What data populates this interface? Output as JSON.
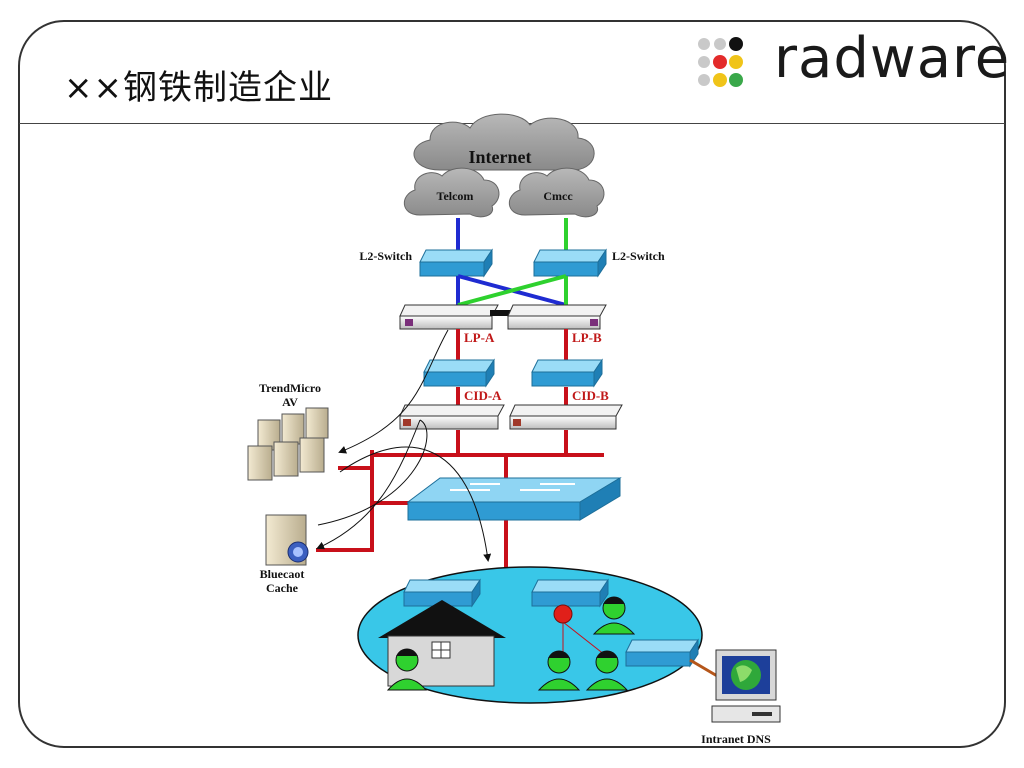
{
  "header": {
    "title": "××钢铁制造企业",
    "logo_text": "radware",
    "logo_dot_colors": [
      "#c9c9c9",
      "#c9c9c9",
      "#111111",
      "#c9c9c9",
      "#e32b2b",
      "#f0c419",
      "#c9c9c9",
      "#f0c419",
      "#3aa84a"
    ]
  },
  "diagram": {
    "internet_label": "Internet",
    "isp_labels": [
      "Telcom",
      "Cmcc"
    ],
    "switch_labels": [
      "L2-Switch",
      "L2-Switch"
    ],
    "link_proof_labels": [
      "LP-A",
      "LP-B"
    ],
    "cid_labels": [
      "CID-A",
      "CID-B"
    ],
    "av_label_line1": "TrendMicro",
    "av_label_line2": "AV",
    "cache_label_line1": "Bluecaot",
    "cache_label_line2": "Cache",
    "dns_label": "Intranet DNS",
    "colors": {
      "telcom_link": "#1f2bd1",
      "cmcc_link": "#2ed12e",
      "internal_link": "#c8101a",
      "switch": "#3aa6dd",
      "lan_ellipse": "#39c7e8",
      "user": "#2fd12f",
      "router": "#e0201a"
    }
  }
}
